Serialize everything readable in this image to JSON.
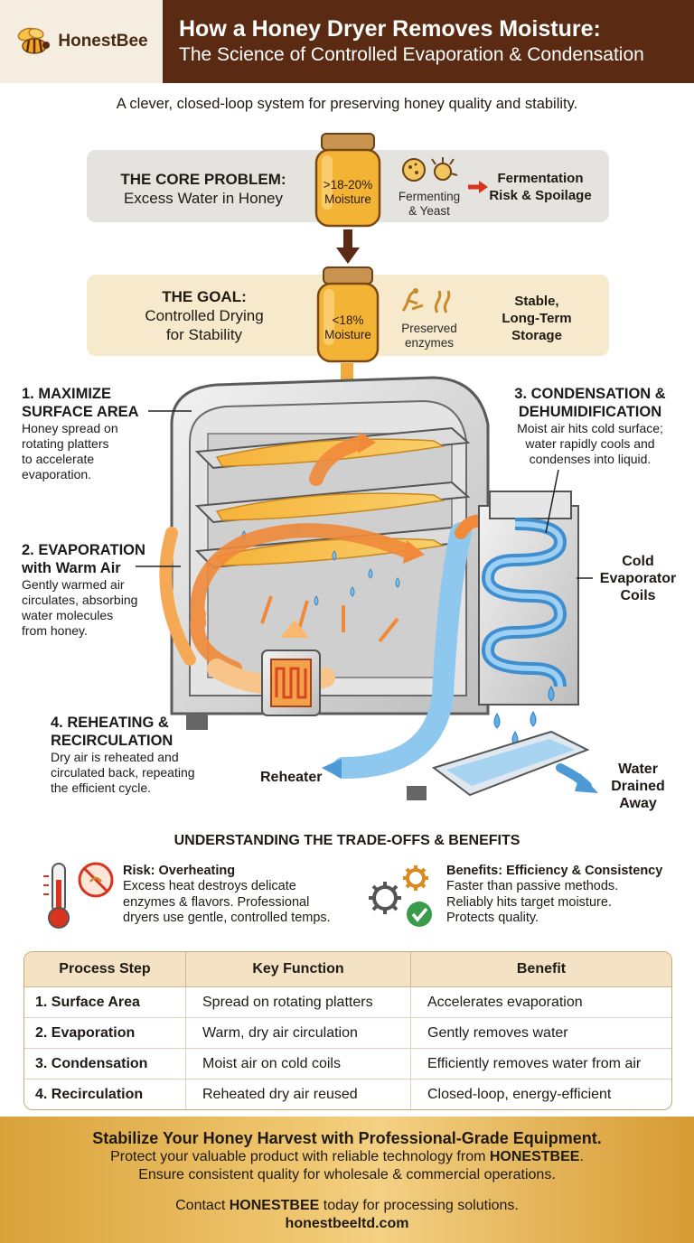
{
  "brand": {
    "name": "HonestBee"
  },
  "title": {
    "line1": "How a Honey Dryer Removes Moisture:",
    "line2": "The Science of Controlled Evaporation & Condensation"
  },
  "intro": "A clever, closed-loop system for preserving honey quality and stability.",
  "problem": {
    "heading": "THE CORE PROBLEM:",
    "subheading": "Excess Water in Honey",
    "jar_label_1": ">18-20%",
    "jar_label_2": "Moisture",
    "icon_caption_1": "Fermenting",
    "icon_caption_2": "& Yeast",
    "outcome_1": "Fermentation",
    "outcome_2": "Risk & Spoilage"
  },
  "goal": {
    "heading": "THE GOAL:",
    "subheading_1": "Controlled Drying",
    "subheading_2": "for Stability",
    "jar_label_1": "<18%",
    "jar_label_2": "Moisture",
    "icon_caption_1": "Preserved",
    "icon_caption_2": "enzymes",
    "outcome_1": "Stable,",
    "outcome_2": "Long-Term",
    "outcome_3": "Storage"
  },
  "steps": {
    "s1": {
      "h1": "1. MAXIMIZE",
      "h2": "SURFACE AREA",
      "b1": "Honey spread on",
      "b2": "rotating platters",
      "b3": "to accelerate",
      "b4": "evaporation."
    },
    "s2": {
      "h1": "2. EVAPORATION",
      "h2": "with Warm Air",
      "b1": "Gently warmed air",
      "b2": "circulates, absorbing",
      "b3": "water molecules",
      "b4": "from honey."
    },
    "s3": {
      "h1": "3. CONDENSATION &",
      "h2": "DEHUMIDIFICATION",
      "b1": "Moist air hits cold surface;",
      "b2": "water rapidly cools and",
      "b3": "condenses into liquid."
    },
    "s4": {
      "h1": "4. REHEATING &",
      "h2": "RECIRCULATION",
      "b1": "Dry air is reheated and",
      "b2": "circulated back, repeating",
      "b3": "the efficient cycle."
    }
  },
  "labels": {
    "coils_1": "Cold",
    "coils_2": "Evaporator",
    "coils_3": "Coils",
    "reheater": "Reheater",
    "water_1": "Water",
    "water_2": "Drained",
    "water_3": "Away"
  },
  "tradeoffs": {
    "heading": "UNDERSTANDING THE TRADE-OFFS & BENEFITS",
    "risk_h": "Risk: Overheating",
    "risk_1": "Excess heat destroys delicate",
    "risk_2": "enzymes & flavors. Professional",
    "risk_3": "dryers use gentle, controlled temps.",
    "ben_h": "Benefits: Efficiency & Consistency",
    "ben_1": "Faster than passive methods.",
    "ben_2": "Reliably hits target moisture.",
    "ben_3": "Protects quality."
  },
  "table": {
    "headers": [
      "Process Step",
      "Key Function",
      "Benefit"
    ],
    "rows": [
      [
        "1. Surface Area",
        "Spread on rotating platters",
        "Accelerates evaporation"
      ],
      [
        "2. Evaporation",
        "Warm, dry air circulation",
        "Gently removes water"
      ],
      [
        "3. Condensation",
        "Moist air on cold coils",
        "Efficiently removes water from air"
      ],
      [
        "4. Recirculation",
        "Reheated dry air reused",
        "Closed-loop, energy-efficient"
      ]
    ]
  },
  "footer": {
    "headline": "Stabilize Your Honey Harvest with Professional-Grade Equipment.",
    "line1_pre": "Protect your valuable product with reliable technology from ",
    "line1_brand": "HONESTBEE",
    "line1_post": ".",
    "line2": "Ensure consistent quality for wholesale & commercial operations.",
    "contact_pre": "Contact ",
    "contact_brand": "HONESTBEE",
    "contact_post": " today for processing solutions.",
    "website": "honestbeeltd.com"
  },
  "colors": {
    "header_brown": "#5a2b12",
    "honey": "#f2a93b",
    "warm_air": "#f08a3a",
    "cold_air": "#6fb3e6",
    "reheater_red": "#d9451e"
  }
}
